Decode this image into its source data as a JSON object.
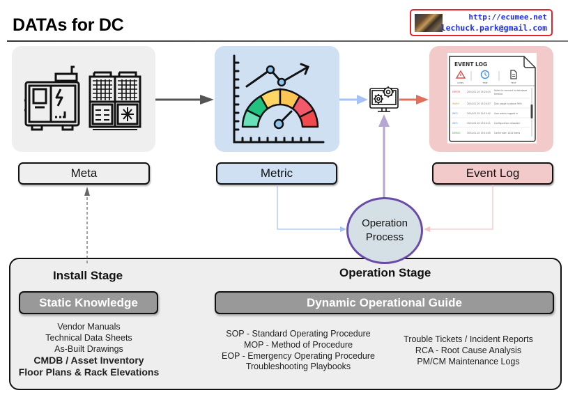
{
  "header": {
    "title": "DATAs for DC",
    "contact": {
      "url": "http://ecumee.net",
      "email": "lechuck.park@gmail.com"
    }
  },
  "panels": {
    "meta": {
      "label": "Meta",
      "icons": [
        "generator-icon",
        "cooling-unit-icon"
      ]
    },
    "metric": {
      "label": "Metric",
      "icons": [
        "gauge-chart-icon"
      ]
    },
    "event_log": {
      "label": "Event Log",
      "card": {
        "title": "EVENT LOG",
        "columns": [
          "LEVEL",
          "TIME",
          "TEXT"
        ],
        "rows": [
          {
            "level": "ERROR",
            "time": "2024-01-20 15:20:15",
            "text": "Failed to connect to database timeout"
          },
          {
            "level": "WARN",
            "time": "2024-01-20 15:20:07",
            "text": "Disk usage is above 90%"
          },
          {
            "level": "INFO",
            "time": "2024-01-20 15:15:42",
            "text": "User admin logged in"
          },
          {
            "level": "INFO",
            "time": "2024-01-20 15:10:11",
            "text": "Configuration reloaded"
          },
          {
            "level": "DEBUG",
            "time": "2024-01-20 15:10:05",
            "text": "Cache size: 1024 items"
          }
        ]
      }
    }
  },
  "operation_process": {
    "line1": "Operation",
    "line2": "Process"
  },
  "stages": {
    "install": {
      "title": "Install Stage",
      "guide": "Static Knowledge",
      "items": [
        "Vendor Manuals",
        "Technical Data Sheets",
        "As-Built Drawings"
      ],
      "items_emphasis": [
        "CMDB / Asset Inventory",
        "Floor Plans & Rack Elevations"
      ]
    },
    "operation": {
      "title": "Operation Stage",
      "guide": "Dynamic Operational Guide",
      "procedures": [
        "SOP - Standard Operating Procedure",
        "MOP - Method of Procedure",
        "EOP - Emergency Operating Procedure",
        "Troubleshooting Playbooks"
      ],
      "records": [
        "Trouble Tickets / Incident Reports",
        "RCA - Root Cause Analysis",
        "PM/CM Maintenance Logs"
      ]
    }
  },
  "colors": {
    "meta_bg": "#efefef",
    "metric_bg": "#cfe0f2",
    "event_bg": "#f3caca",
    "flow_dark": "#555555",
    "flow_blue": "#a4c2f4",
    "flow_red": "#e06f5b",
    "flow_purple": "#b4a7d6",
    "circle_border": "#6a4ca8",
    "guide_bg": "#999999",
    "contact_border": "#e8222a",
    "contact_text": "#1f2fe0"
  }
}
